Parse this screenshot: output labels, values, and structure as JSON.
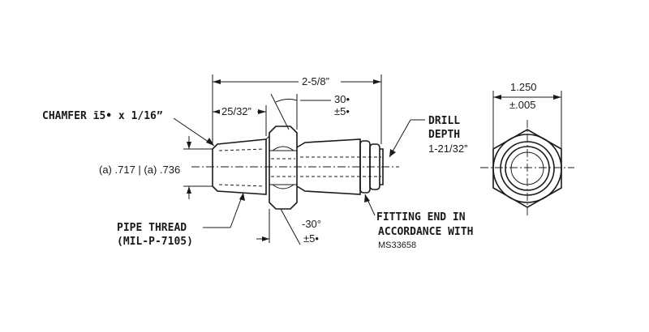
{
  "labels": {
    "overall_length": "2-5/8”",
    "hex_offset": "25/32”",
    "chamfer_top_angle": "30•",
    "chamfer_top_tol": "±5•",
    "chamfer_callout": "CHAMFER ī5• x 1/16”",
    "diameters": "(a) .717 | (a) .736",
    "pipe_thread_line1": "PIPE THREAD",
    "pipe_thread_line2": "(MIL-P-7105)",
    "chamfer_bottom_angle": "-30°",
    "chamfer_bottom_tol": "±5•",
    "fitting_end_line1": "FITTING END IN",
    "fitting_end_line2": "ACCORDANCE WITH",
    "fitting_end_line3": "MS33658",
    "drill_line1": "DRILL",
    "drill_line2": "DEPTH",
    "drill_line3": "1-21/32”",
    "hex_across_flats": "1.250",
    "hex_tolerance": "±.005"
  }
}
